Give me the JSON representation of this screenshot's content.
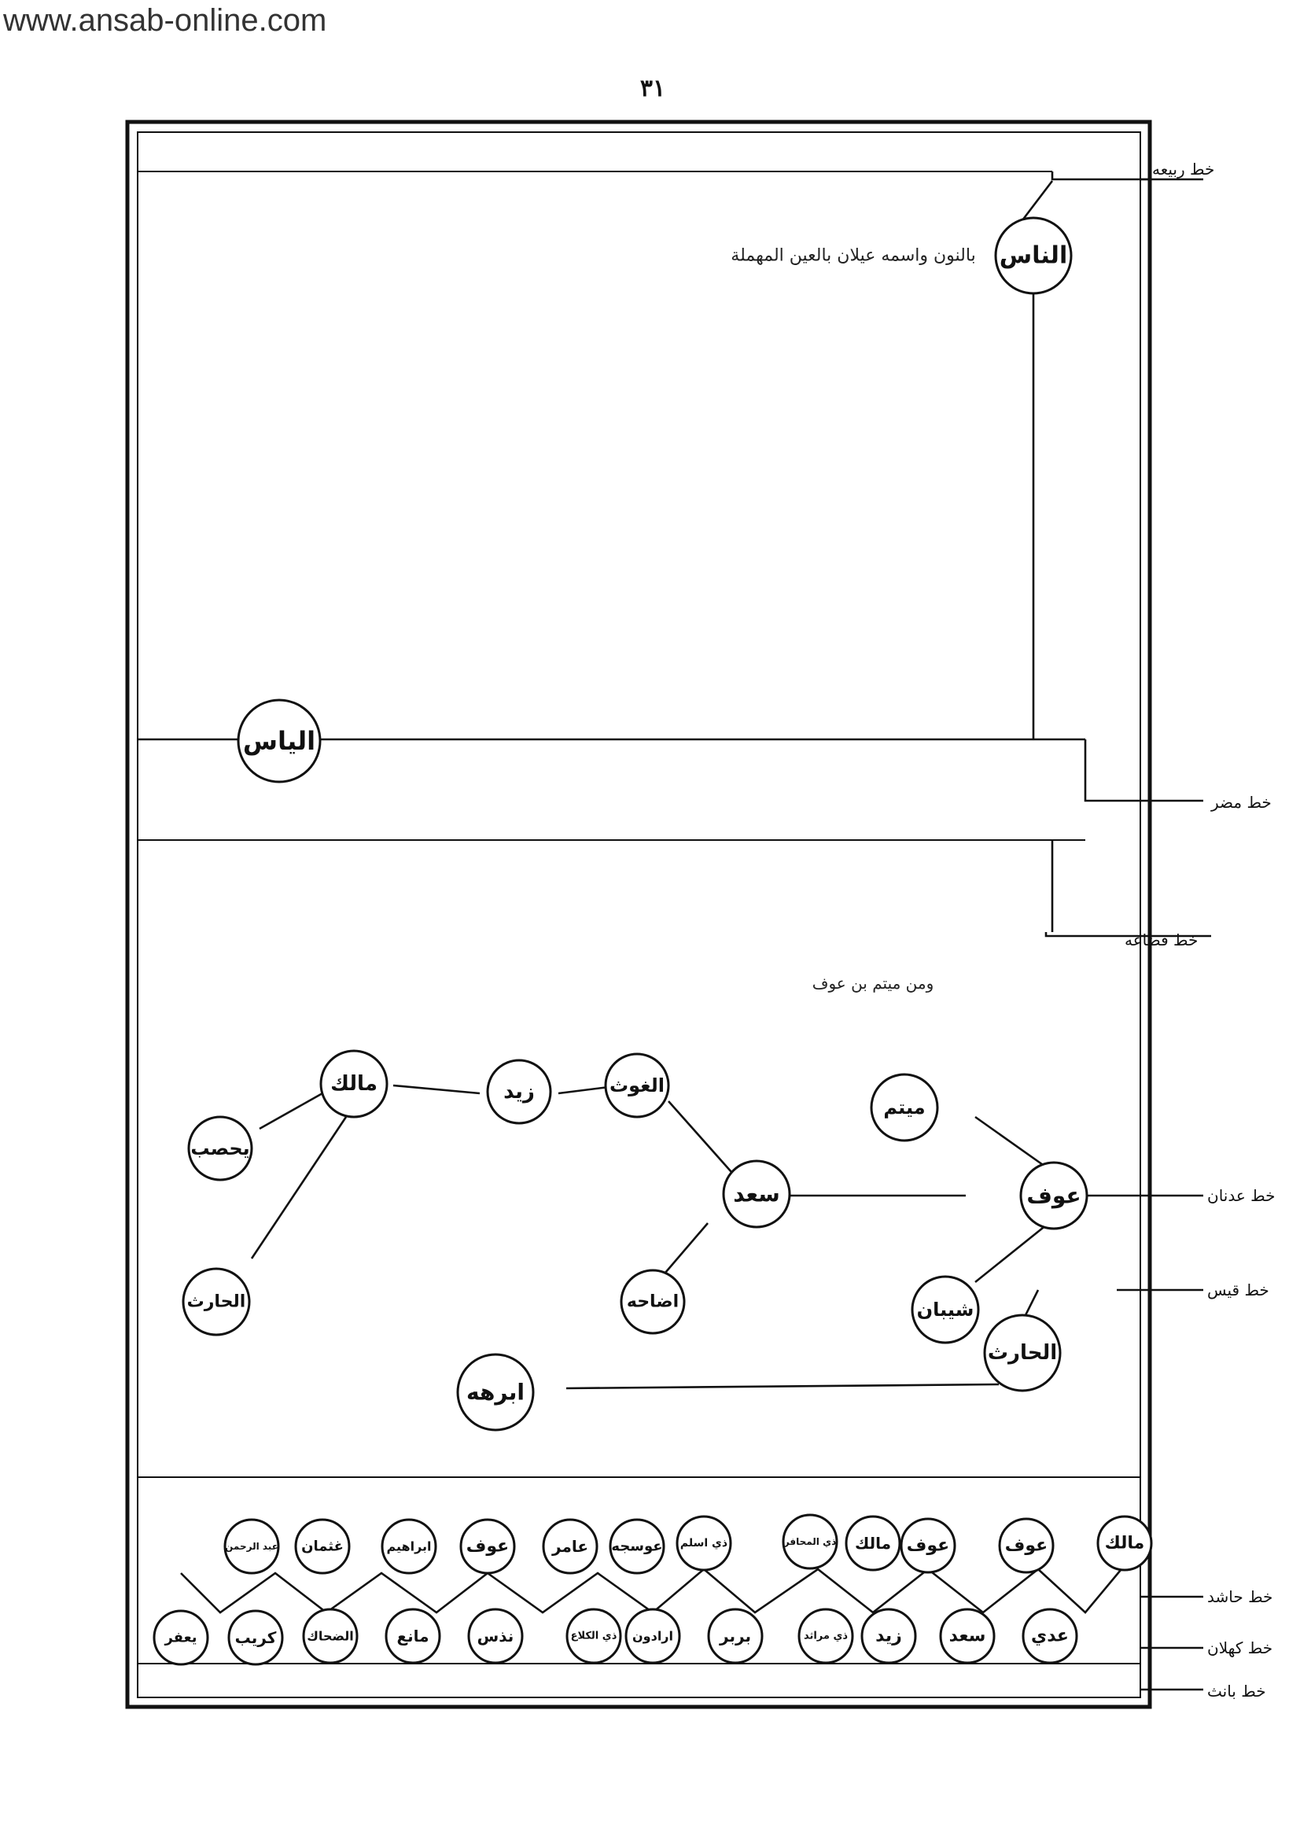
{
  "watermark": "www.ansab-online.com",
  "page_number": "٣١",
  "nodes": {
    "elnas": "الناس",
    "elyas": "الياس",
    "awf_top": "عوف",
    "maytam": "ميتم",
    "shayban": "شيبان",
    "saad_mid": "سعد",
    "ghawth": "الغوث",
    "zayd_mid": "زيد",
    "malik_mid": "مالك",
    "yahsub": "يحصب",
    "harith_left": "الحارث",
    "ahazah": "اضاحه",
    "harith_right": "الحارث",
    "abraha": "ابرهه",
    "malik_b": "مالك",
    "awf_b1": "عوف",
    "awf_b2": "عوف",
    "malik_b2": "مالك",
    "dhu_mahafir": "ذي المحافر",
    "dhu_aslam": "ذي اسلم",
    "awseja": "عوسجه",
    "amir": "عامر",
    "awf_b3": "عوف",
    "ibrahim": "ابراهيم",
    "ghuthman": "غثمان",
    "abd_rahman": "عبد الرحمن",
    "adi": "عدي",
    "saad_b": "سعد",
    "zayd_b": "زيد",
    "dhu_marathid": "ذي مراثد",
    "barbar": "بربر",
    "aradun": "ارادون",
    "dhu_kalaa": "ذي الكلاع",
    "nadhs": "نذس",
    "mani": "مانع",
    "dahhak": "الضحاك",
    "kurayb": "كريب",
    "yaafur": "يعفر"
  },
  "line_labels": {
    "rabia": "خط ربيعه",
    "mudar": "خط مضر",
    "qudaa": "خط قضاعه",
    "adnan": "خط عدنان",
    "qays": "خط قيس",
    "hashid": "خط حاشد",
    "kahlan": "خط كهلان",
    "last": "خط بانث"
  },
  "notes": {
    "elnas_note": "بالنون واسمه عيلان بالعين المهملة",
    "maytam_note": "ومن ميتم بن عوف"
  }
}
